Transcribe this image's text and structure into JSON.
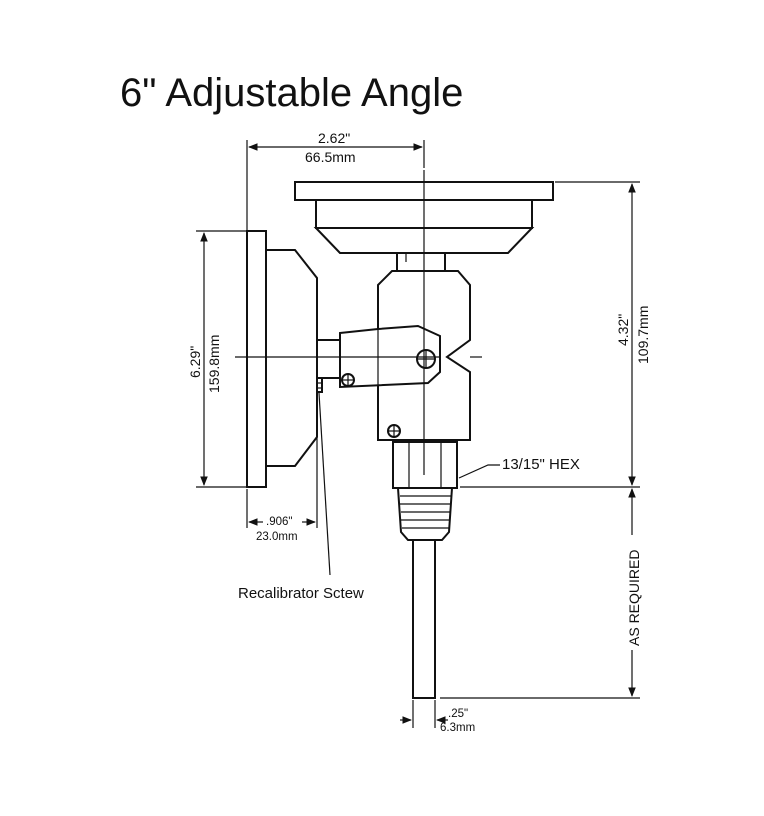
{
  "title": "6\" Adjustable  Angle",
  "dimensions": {
    "dial_width_in": "2.62\"",
    "dial_width_mm": "66.5mm",
    "face_height_in": "6.29\"",
    "face_height_mm": "159.8mm",
    "overall_height_in": "4.32\"",
    "overall_height_mm": "109.7mm",
    "case_depth_in": ".906\"",
    "case_depth_mm": "23.0mm",
    "stem_dia_in": ".25\"",
    "stem_dia_mm": "6.3mm"
  },
  "callouts": {
    "hex": "13/15\" HEX",
    "recalibrator": "Recalibrator Sctew",
    "as_required": "AS REQUIRED"
  }
}
